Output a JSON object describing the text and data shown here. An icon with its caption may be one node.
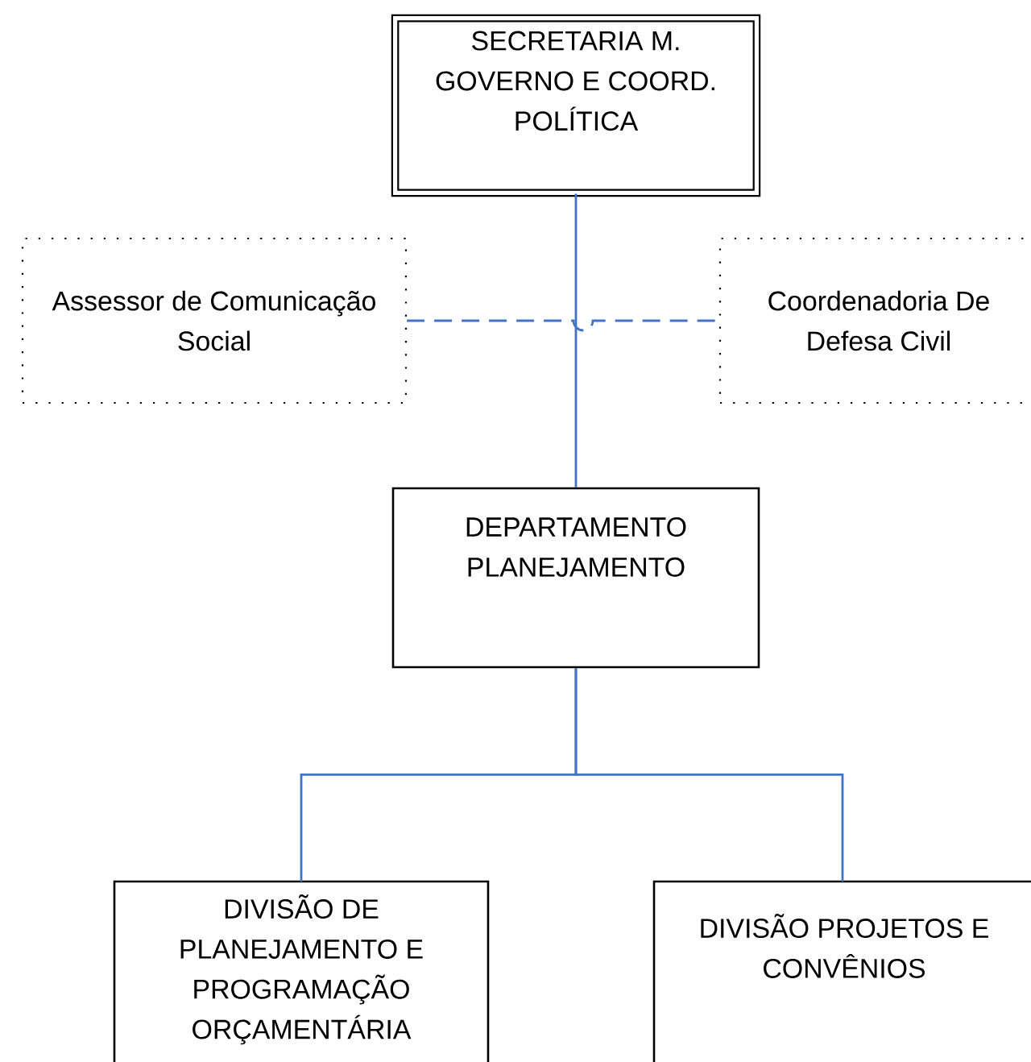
{
  "diagram": {
    "nodes": [
      {
        "text": [
          "SECRETARIA M. GOVERNO E COORD. POLÍTICA"
        ]
      },
      {
        "text": [
          "Assessor de Comunicação Social"
        ]
      },
      {
        "text": [
          "Coordenadoria De Defesa Civil"
        ]
      },
      {
        "text": [
          "DEPARTAMENTO PLANEJAMENTO"
        ]
      },
      {
        "text": [
          "DIVISÃO DE PLANEJAMENTO E PROGRAMAÇÃO ORÇAMENTÁRIA"
        ]
      },
      {
        "text": [
          "DIVISÃO PROJETOS E CONVÊNIOS"
        ]
      }
    ],
    "edges": [
      {
        "from": 0,
        "to": 3,
        "arrow": "none"
      },
      {
        "from": 1,
        "to": 2,
        "arrow": "none",
        "style": "dashed"
      },
      {
        "from": 3,
        "to": 4,
        "arrow": "none"
      },
      {
        "from": 3,
        "to": 5,
        "arrow": "none"
      }
    ]
  }
}
